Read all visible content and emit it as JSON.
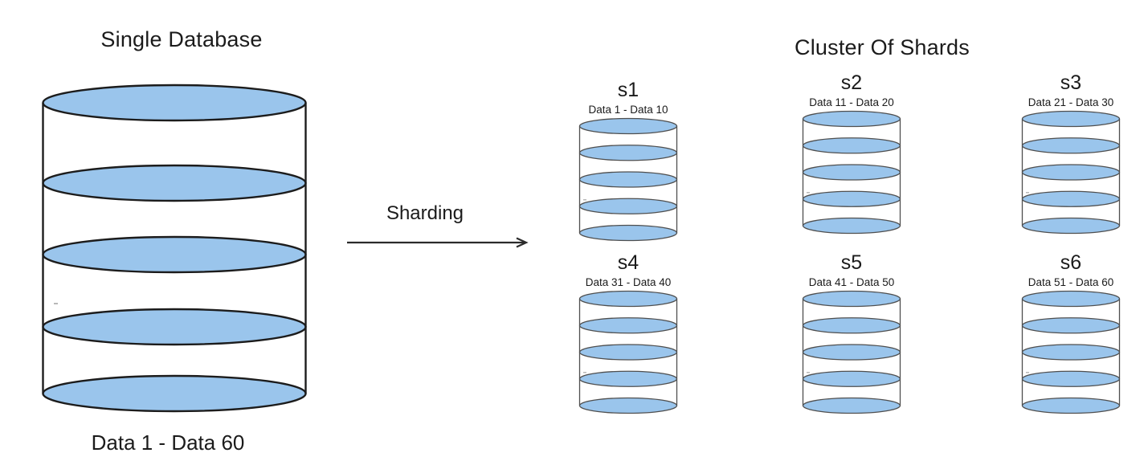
{
  "colors": {
    "ellipse_fill": "#9AC5EC",
    "big_outline": "#1C1C1C",
    "small_outline": "#4F4F4F",
    "arrow": "#2B2B2B",
    "text": "#1B1B1B"
  },
  "single_database": {
    "title": "Single Database",
    "range_caption": "Data 1 - Data 60"
  },
  "arrow": {
    "label": "Sharding"
  },
  "cluster": {
    "title": "Cluster Of Shards",
    "shards": [
      {
        "name": "s1",
        "range": "Data 1 - Data 10"
      },
      {
        "name": "s2",
        "range": "Data 11 - Data 20"
      },
      {
        "name": "s3",
        "range": "Data 21 - Data 30"
      },
      {
        "name": "s4",
        "range": "Data 31 - Data 40"
      },
      {
        "name": "s5",
        "range": "Data 41 - Data 50"
      },
      {
        "name": "s6",
        "range": "Data 51 - Data 60"
      }
    ]
  }
}
